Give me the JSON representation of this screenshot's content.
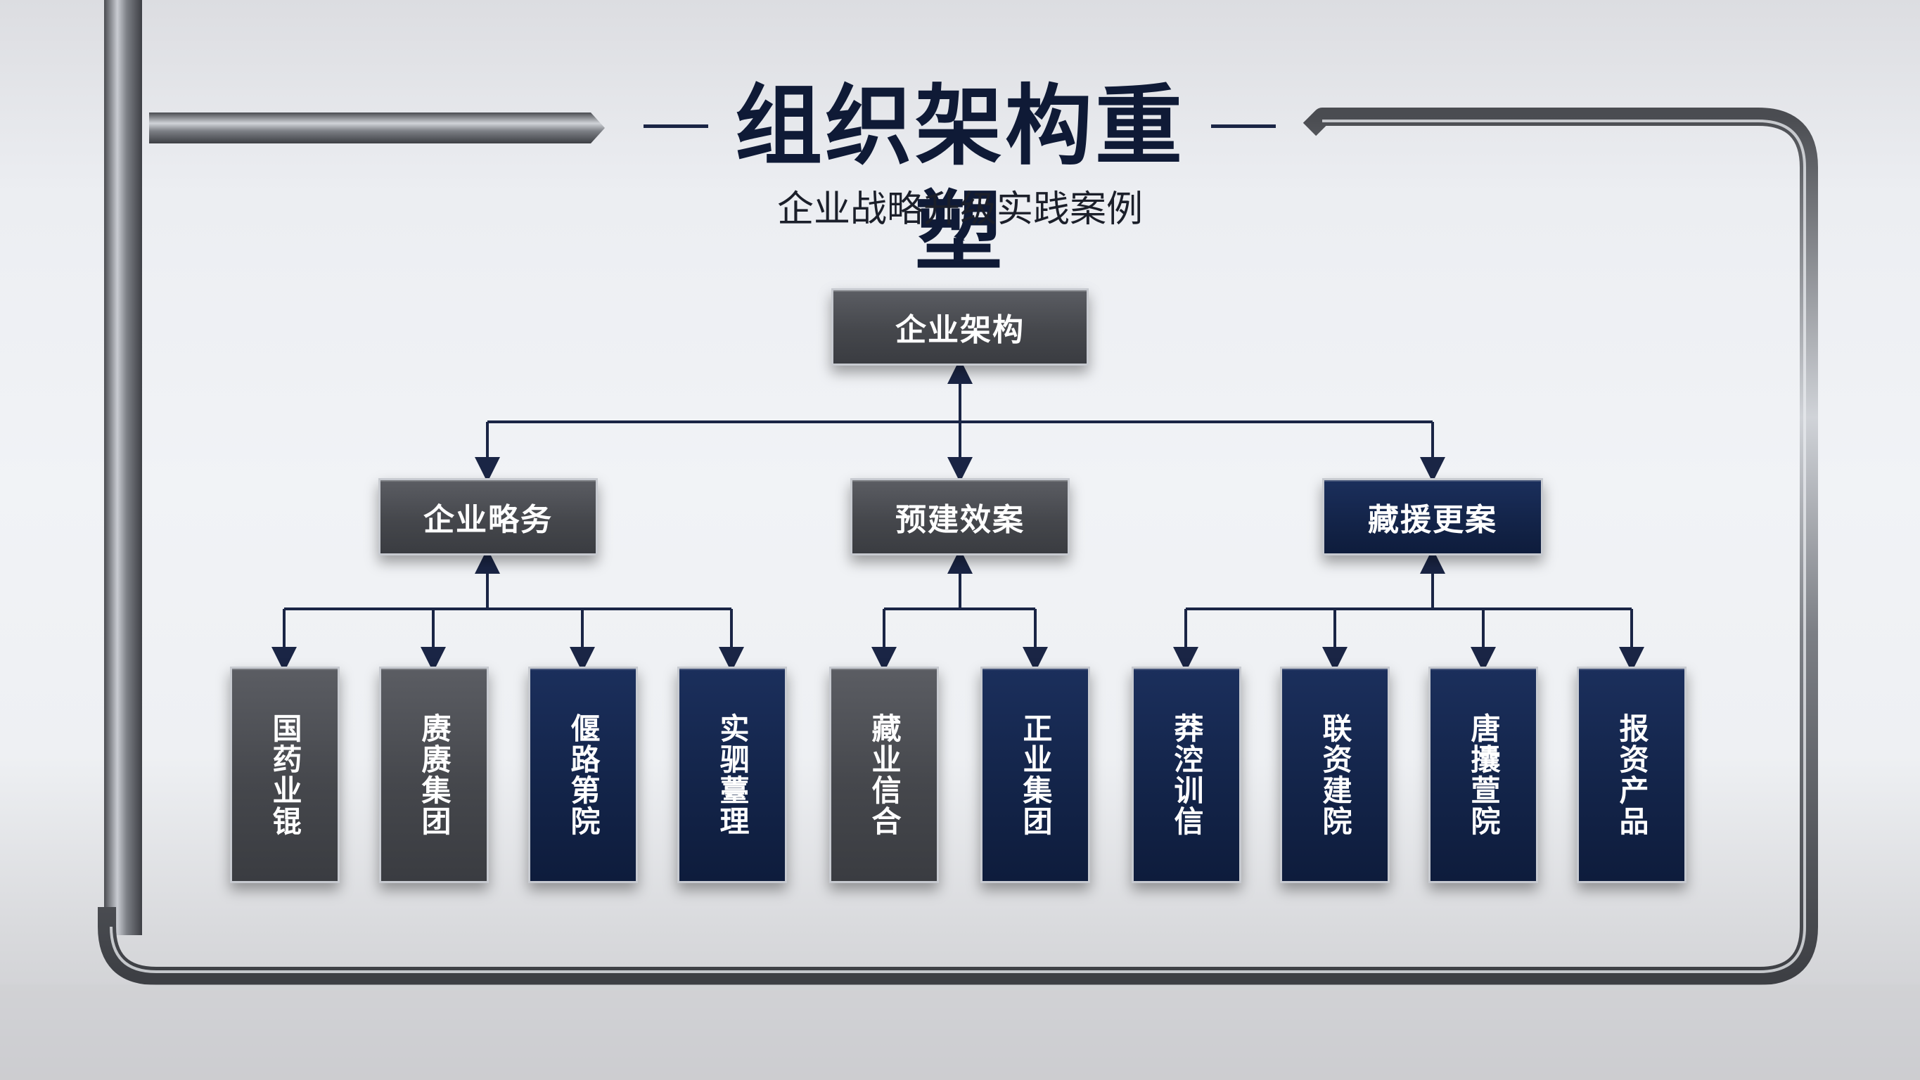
{
  "header": {
    "title": "组织架构重塑",
    "subtitle": "企业战略升级实践案例"
  },
  "colors": {
    "navy": "#132449",
    "gray": "#45474c",
    "connector": "#1a2545",
    "frame": "#6b6e74"
  },
  "org": {
    "root": {
      "label": "企业架构",
      "style": "gray"
    },
    "groups": [
      {
        "label": "企业略务",
        "style": "gray",
        "children": [
          {
            "label": "国药业锟",
            "style": "gray"
          },
          {
            "label": "赓赓集团",
            "style": "gray"
          },
          {
            "label": "偃路第院",
            "style": "navy"
          },
          {
            "label": "实驷薹理",
            "style": "navy"
          }
        ]
      },
      {
        "label": "预建效案",
        "style": "gray",
        "children": [
          {
            "label": "藏业信合",
            "style": "gray"
          },
          {
            "label": "正业集团",
            "style": "navy"
          }
        ]
      },
      {
        "label": "藏援更案",
        "style": "navy",
        "children": [
          {
            "label": "莽涳训信",
            "style": "navy"
          },
          {
            "label": "联资建院",
            "style": "navy"
          },
          {
            "label": "唐攮萱院",
            "style": "navy"
          },
          {
            "label": "报资产品",
            "style": "navy"
          }
        ]
      }
    ]
  }
}
